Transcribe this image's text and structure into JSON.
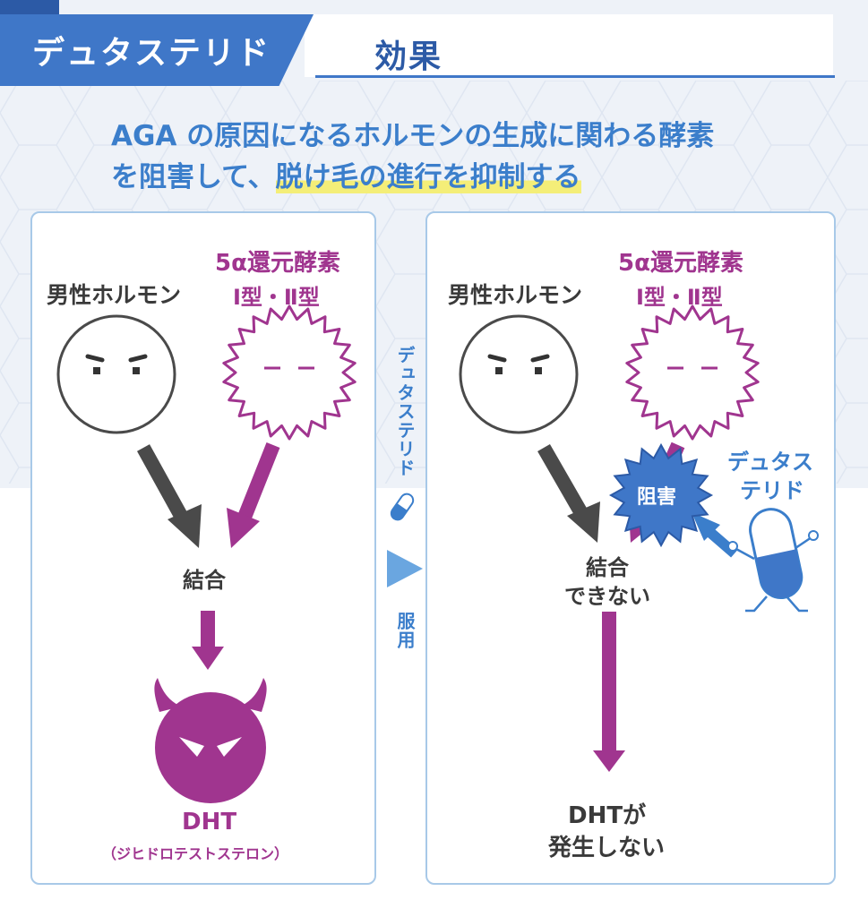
{
  "header": {
    "drug_name": "デュタステリド",
    "subtitle": "効果"
  },
  "headline": {
    "line1": "AGA の原因になるホルモンの生成に関わる酵素",
    "line2_prefix": "を阻害して、",
    "line2_highlight": "脱け毛の進行を抑制する"
  },
  "left_panel": {
    "hormone_label": "男性ホルモン",
    "enzyme_label_1": "5α還元酵素",
    "enzyme_label_2": "Ⅰ型・Ⅱ型",
    "combine_label": "結合",
    "dht_label": "DHT",
    "dht_full": "（ジヒドロテストステロン）"
  },
  "middle": {
    "drug_vertical": "デュタステリド",
    "take_label": "服用"
  },
  "right_panel": {
    "hormone_label": "男性ホルモン",
    "enzyme_label_1": "5α還元酵素",
    "enzyme_label_2": "Ⅰ型・Ⅱ型",
    "inhibit_badge": "阻害",
    "drug_label_1": "デュタス",
    "drug_label_2": "テリド",
    "combine_line1": "結合",
    "combine_line2": "できない",
    "result_line1": "DHTが",
    "result_line2": "発生しない"
  },
  "colors": {
    "blue": "#3b7ecb",
    "purple": "#a0358f",
    "gray": "#3a3a3a",
    "highlight": "#f4ee78"
  }
}
